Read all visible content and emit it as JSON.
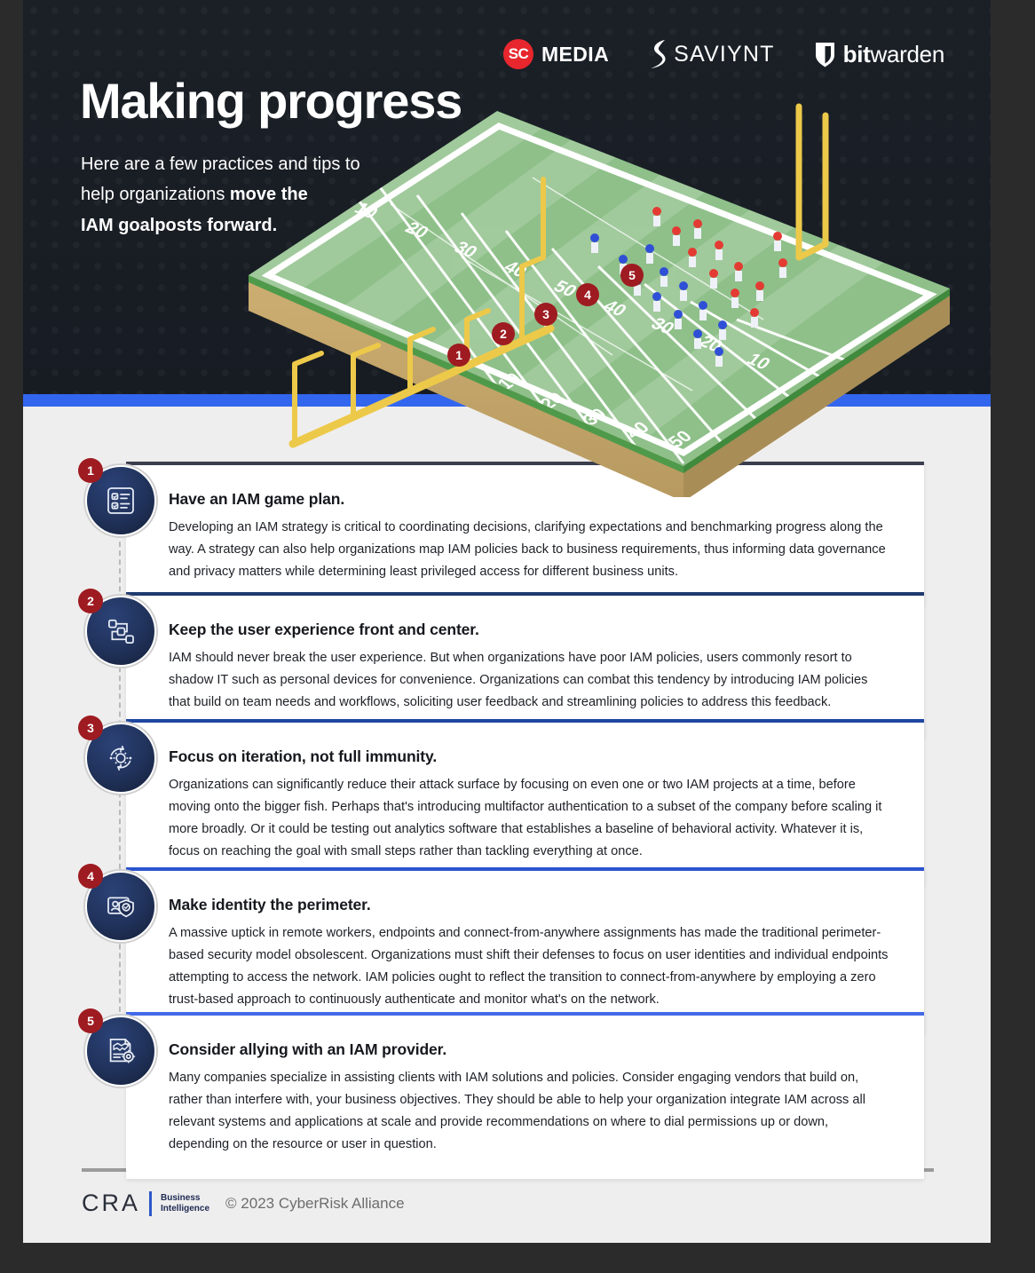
{
  "hero": {
    "title": "Making progress",
    "subtitle_plain_1": "Here are a few practices and tips to",
    "subtitle_plain_2": "help organizations ",
    "subtitle_bold_1": "move the",
    "subtitle_bold_2": "IAM goalposts forward.",
    "background_color": "#171c23",
    "accent_rule_color": "#3366ee"
  },
  "logos": [
    {
      "name": "sc-media",
      "badge": "SC",
      "word": "MEDIA",
      "badge_color": "#e8262d"
    },
    {
      "name": "saviynt",
      "word": "SAVIYNT"
    },
    {
      "name": "bitwarden",
      "word_bold": "bit",
      "word_light": "warden"
    }
  ],
  "illustration": {
    "name": "isometric-football-field",
    "yard_numbers": [
      "10",
      "20",
      "30",
      "40",
      "50",
      "40",
      "30",
      "20",
      "10"
    ],
    "markers": [
      "1",
      "2",
      "3",
      "4",
      "5"
    ],
    "field_color": "#8fc08a",
    "marker_color": "#9e1b21",
    "goalpost_color": "#edc94a",
    "team_colors": [
      "#2f4fd6",
      "#e33b33"
    ]
  },
  "steps": [
    {
      "number": "1",
      "icon": "checklist-icon",
      "title": "Have an IAM game plan.",
      "body": "Developing an IAM strategy is critical to coordinating decisions, clarifying expectations and benchmarking progress along the way. A strategy can also help organizations map IAM policies back to business requirements, thus informing data governance and privacy matters while determining least privileged access for different business units.",
      "accent": "#3a3e4d"
    },
    {
      "number": "2",
      "icon": "workflow-icon",
      "title": "Keep the user experience front and center.",
      "body": "IAM should never break the user experience. But when organizations have poor IAM policies, users commonly resort to shadow IT such as personal devices for convenience. Organizations can combat this tendency by introducing IAM policies that build on team needs and workflows, soliciting user feedback and streamlining policies to address this feedback.",
      "accent": "#1e3a6e"
    },
    {
      "number": "3",
      "icon": "gear-cycle-icon",
      "title": "Focus on iteration, not full immunity.",
      "body": "Organizations can significantly reduce their attack surface by focusing on even one or two IAM projects at a time, before moving onto the bigger fish. Perhaps that's introducing multifactor authentication to a subset of the company before scaling it more broadly. Or it could be testing out analytics software that establishes a baseline of behavioral activity. Whatever it is, focus on reaching the goal with small steps rather than tackling everything at once.",
      "accent": "#1f46a0"
    },
    {
      "number": "4",
      "icon": "id-shield-icon",
      "title": "Make identity the perimeter.",
      "body": "A massive uptick in remote workers, endpoints and connect-from-anywhere assignments has made the traditional perimeter-based security model obsolescent. Organizations must shift their defenses to focus on user identities and individual endpoints attempting to access the network. IAM policies ought to reflect the transition to connect-from-anywhere by employing a zero trust-based approach to continuously authenticate and monitor what's on the network.",
      "accent": "#2a53cf"
    },
    {
      "number": "5",
      "icon": "handshake-doc-icon",
      "title": "Consider allying with an IAM provider.",
      "body": "Many companies specialize in assisting clients with IAM solutions and policies. Consider engaging vendors that build on, rather than interfere with, your business objectives. They should be able to help your organization integrate IAM across all relevant systems and applications at scale and provide recommendations on where to dial permissions up or down, depending on the resource or user in question.",
      "accent": "#4169e8"
    }
  ],
  "footer": {
    "logo_word": "CRA",
    "logo_sub_line1": "Business",
    "logo_sub_line2": "Intelligence",
    "copyright": "© 2023 CyberRisk Alliance"
  }
}
